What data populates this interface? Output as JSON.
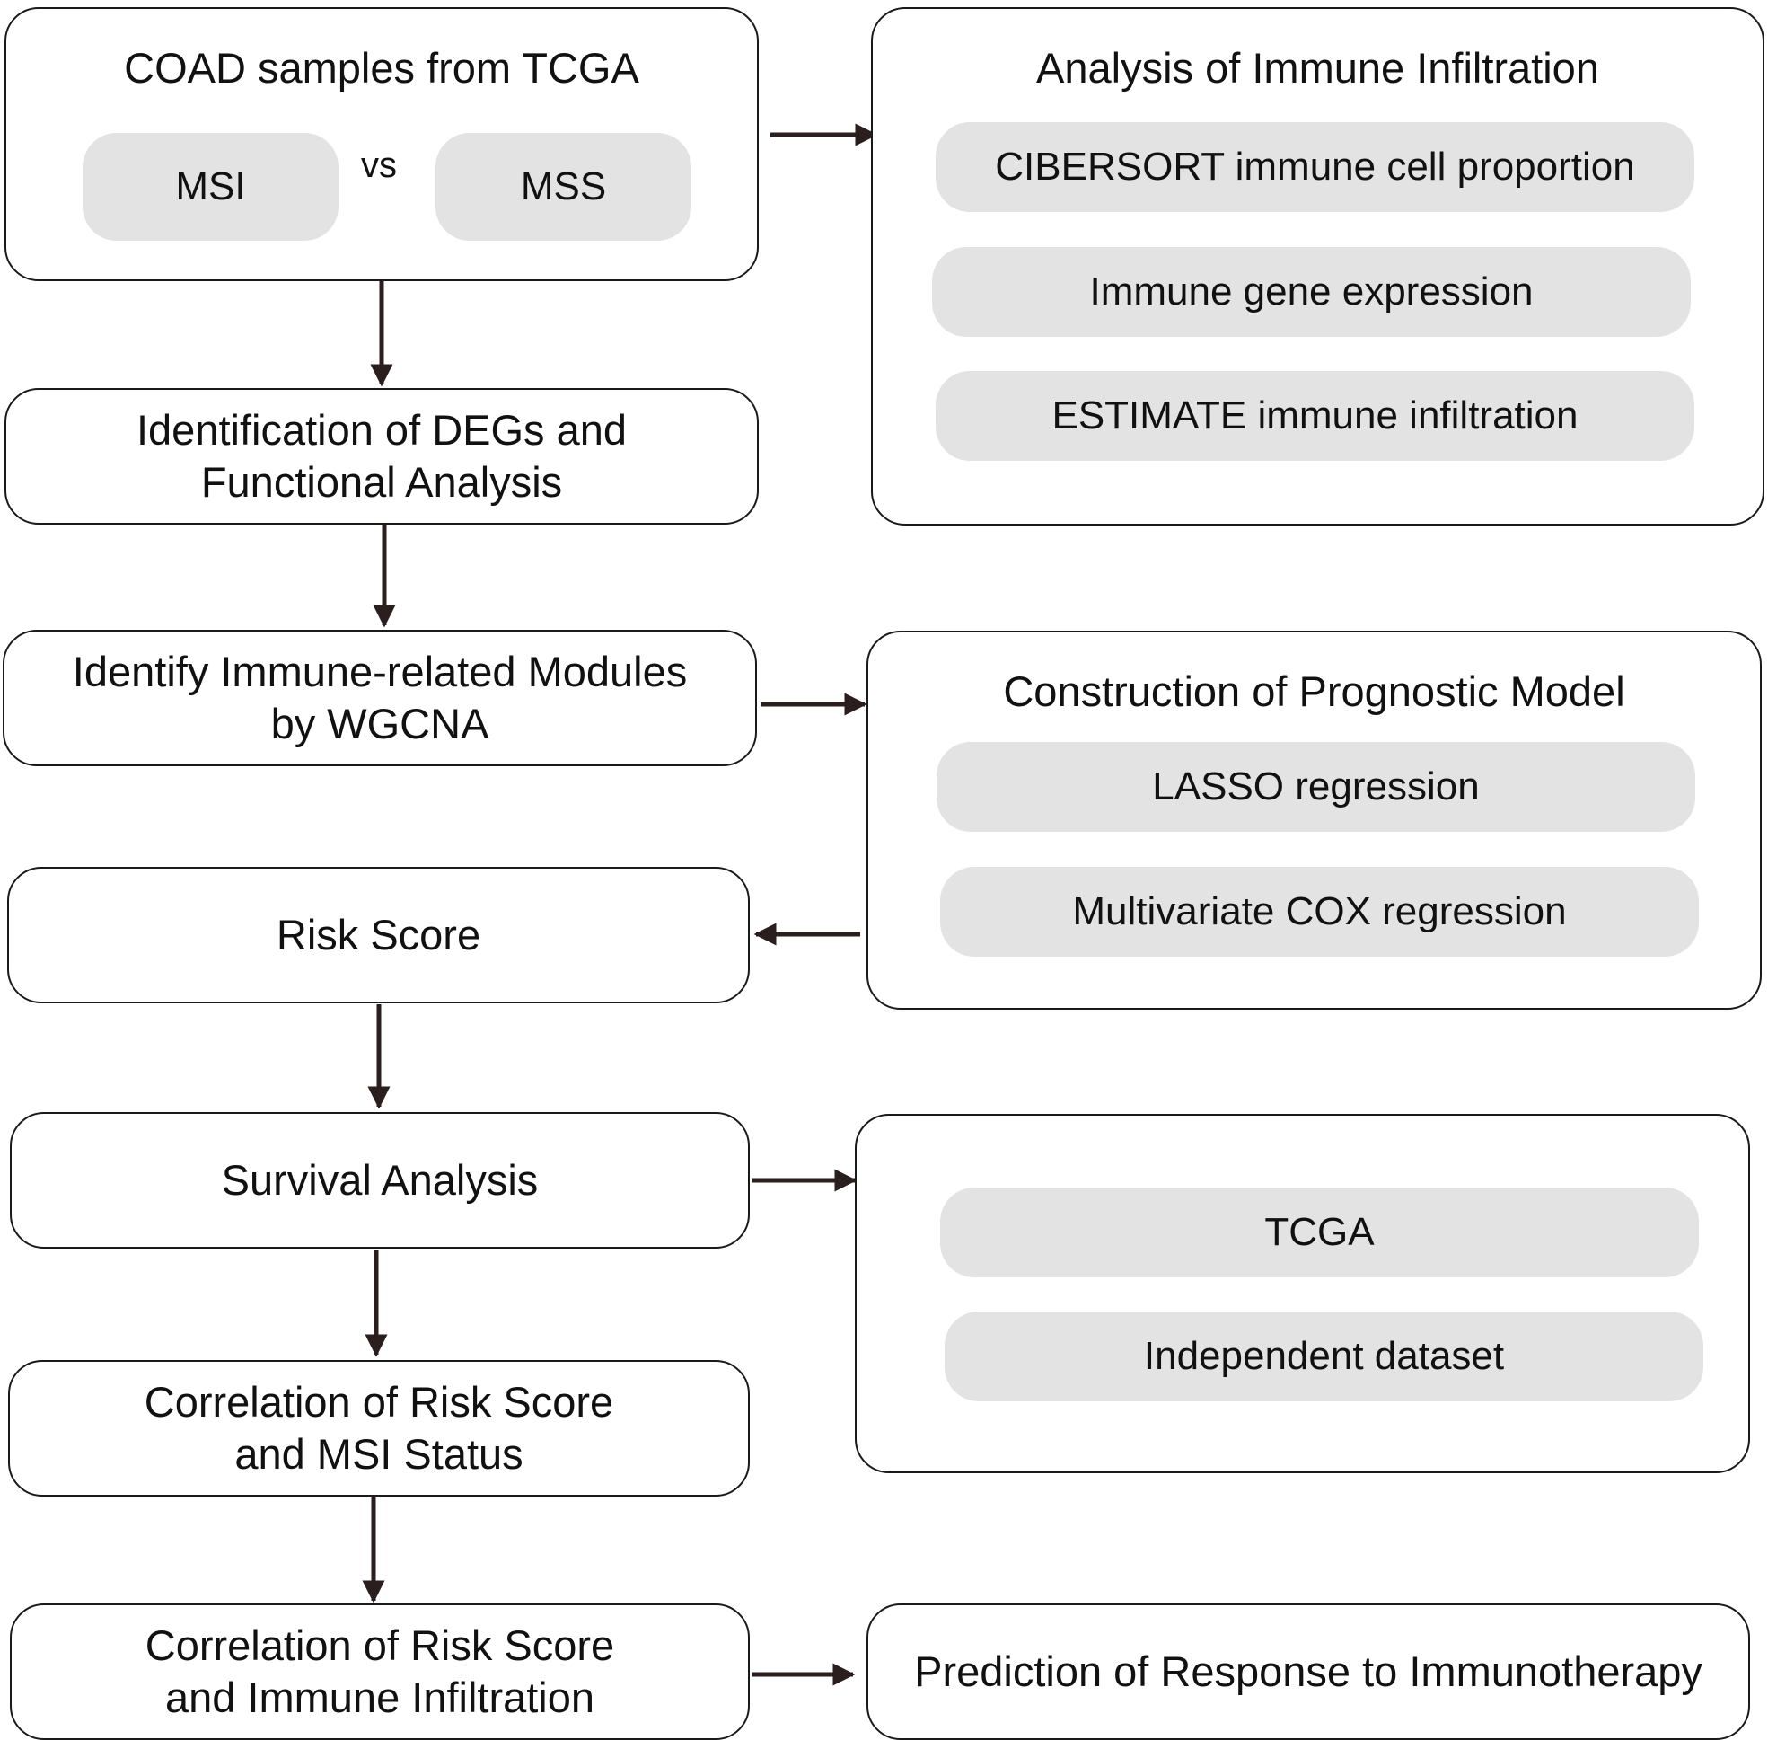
{
  "coad": {
    "title": "COAD samples from TCGA",
    "left": "MSI",
    "vs": "vs",
    "right": "MSS"
  },
  "immune_infiltration": {
    "title": "Analysis of Immune Infiltration",
    "items": [
      "CIBERSORT immune cell proportion",
      "Immune gene expression",
      "ESTIMATE immune infiltration"
    ]
  },
  "degs": {
    "line1": "Identification of DEGs and",
    "line2": "Functional Analysis"
  },
  "modules": {
    "line1": "Identify Immune-related Modules",
    "line2": "by  WGCNA"
  },
  "prognostic": {
    "title": "Construction of Prognostic Model",
    "items": [
      "LASSO regression",
      "Multivariate COX regression"
    ]
  },
  "risk_score": {
    "label": "Risk Score"
  },
  "survival": {
    "label": "Survival Analysis"
  },
  "validation": {
    "items": [
      "TCGA",
      "Independent dataset"
    ]
  },
  "msi_corr": {
    "line1": "Correlation of Risk Score",
    "line2": "and MSI Status"
  },
  "immune_corr": {
    "line1": "Correlation of Risk Score",
    "line2": "and Immune Infiltration"
  },
  "prediction": {
    "label": "Prediction of Response to Immunotherapy"
  },
  "colors": {
    "pill_fill": "#e2e3e2",
    "stroke": "#1a1a1a",
    "arrow": "#2a1e1e"
  }
}
